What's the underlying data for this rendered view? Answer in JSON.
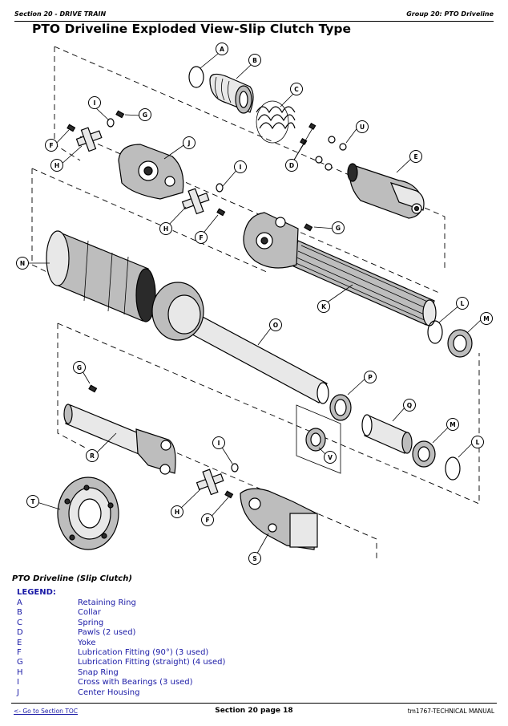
{
  "header": {
    "section": "Section 20 - DRIVE TRAIN",
    "group": "Group 20: PTO Driveline"
  },
  "page_title": "PTO Driveline Exploded View-Slip Clutch Type",
  "diagram": {
    "callouts": [
      "A",
      "B",
      "C",
      "D",
      "U",
      "E",
      "I",
      "G",
      "F",
      "H",
      "J",
      "I",
      "H",
      "F",
      "G",
      "N",
      "K",
      "L",
      "M",
      "O",
      "P",
      "G",
      "Q",
      "V",
      "R",
      "M",
      "L",
      "I",
      "T",
      "H",
      "F",
      "S"
    ]
  },
  "caption": "PTO Driveline (Slip Clutch)",
  "legend": {
    "title": "LEGEND:",
    "items": [
      {
        "key": "A",
        "label": "Retaining Ring"
      },
      {
        "key": "B",
        "label": "Collar"
      },
      {
        "key": "C",
        "label": "Spring"
      },
      {
        "key": "D",
        "label": "Pawls (2 used)"
      },
      {
        "key": "E",
        "label": "Yoke"
      },
      {
        "key": "F",
        "label": "Lubrication Fitting (90°) (3 used)"
      },
      {
        "key": "G",
        "label": "Lubrication Fitting (straight) (4 used)"
      },
      {
        "key": "H",
        "label": "Snap Ring"
      },
      {
        "key": "I",
        "label": "Cross with Bearings (3 used)"
      },
      {
        "key": "J",
        "label": "Center Housing"
      }
    ]
  },
  "footer": {
    "toc_link": "<- Go to Section TOC",
    "page": "Section 20 page 18",
    "manual": "tm1767-TECHNICAL MANUAL"
  }
}
